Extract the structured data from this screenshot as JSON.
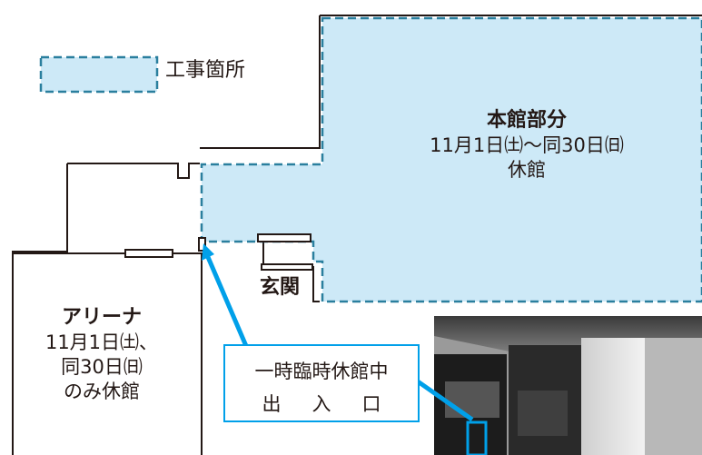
{
  "legend": {
    "label": "工事箇所",
    "fill_color": "#cde9f7",
    "border_color": "#2a7f9e"
  },
  "main_building": {
    "title": "本館部分",
    "dates": "11月1日㈯〜同30日㈰",
    "status": "休館"
  },
  "arena": {
    "title": "アリーナ",
    "line1": "11月1日㈯、",
    "line2": "同30日㈰",
    "line3": "のみ休館"
  },
  "entrance": {
    "label": "玄関"
  },
  "callout": {
    "line1": "一時臨時休館中",
    "line2": "出入口",
    "color": "#00a0e9"
  },
  "photo": {
    "description_icon": "building-entrance-photo-icon"
  }
}
